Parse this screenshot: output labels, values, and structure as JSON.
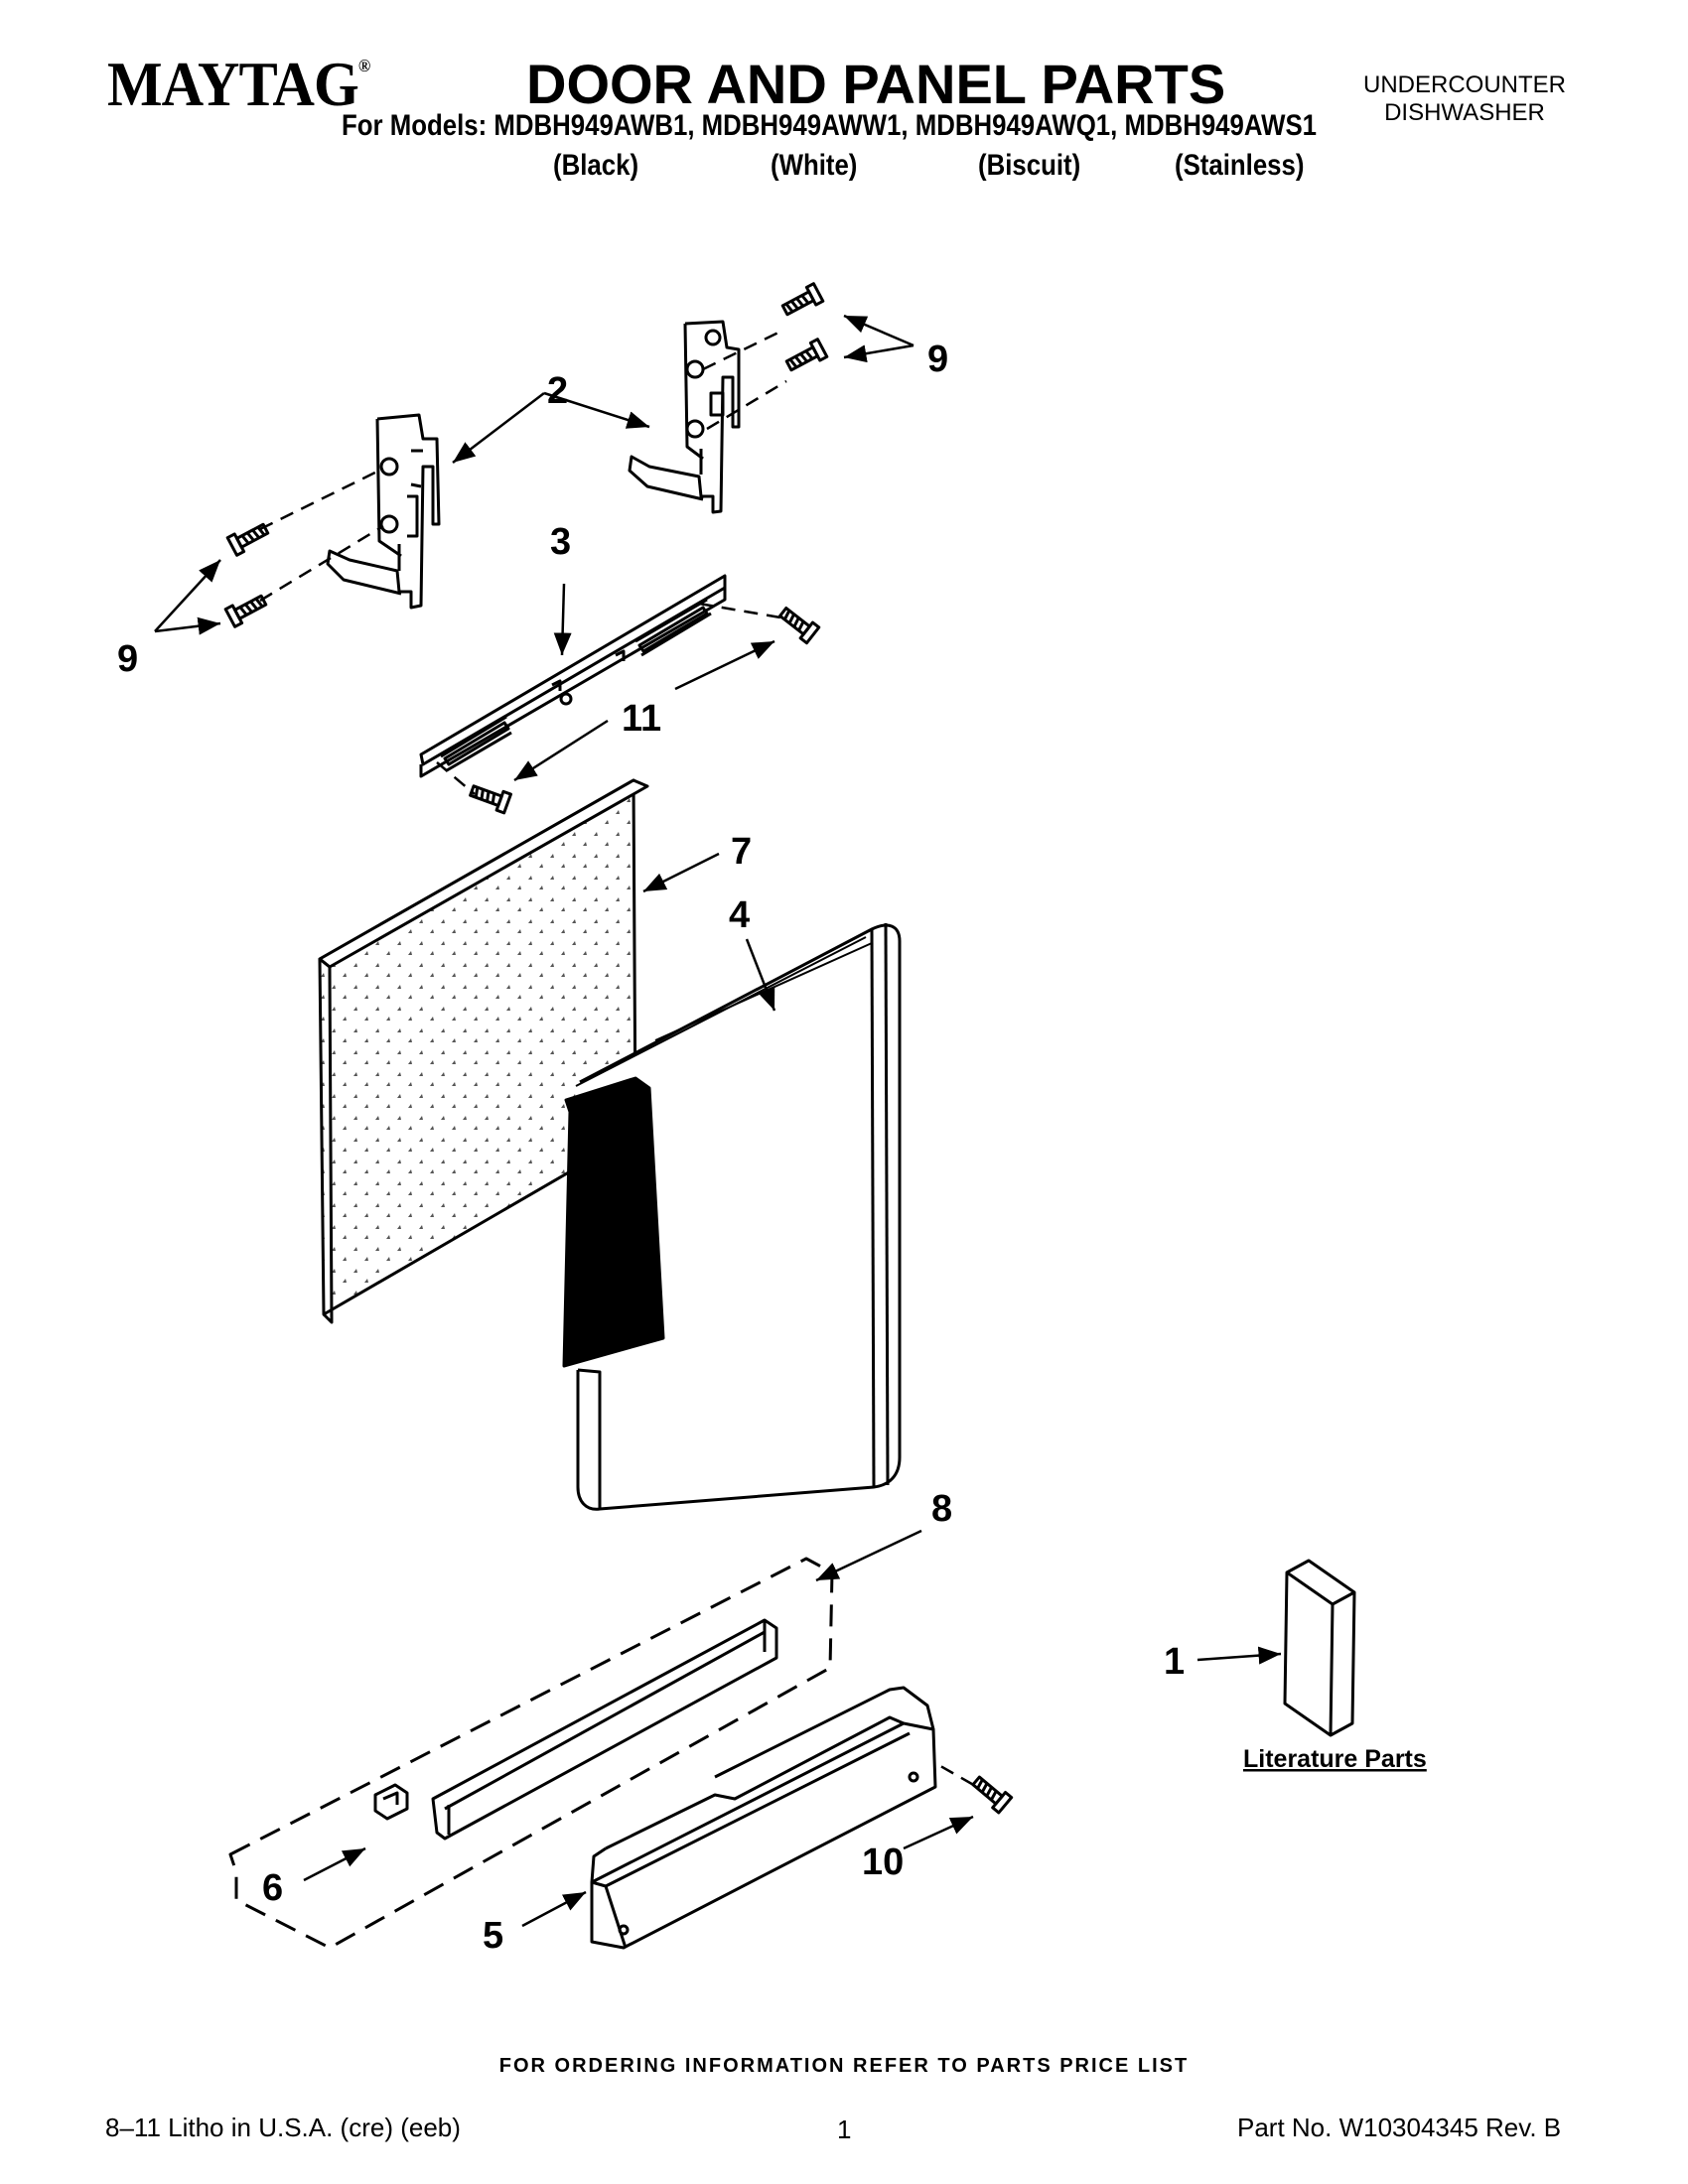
{
  "header": {
    "brand": "MAYTAG",
    "brand_mark": "®",
    "title": "DOOR AND PANEL PARTS",
    "product_line1": "UNDERCOUNTER",
    "product_line2": "DISHWASHER",
    "models_line": "For Models: MDBH949AWB1, MDBH949AWW1, MDBH949AWQ1, MDBH949AWS1",
    "colors": [
      "(Black)",
      "(White)",
      "(Biscuit)",
      "(Stainless)"
    ]
  },
  "diagram": {
    "callouts": {
      "c1": "1",
      "c2": "2",
      "c3": "3",
      "c4": "4",
      "c5": "5",
      "c6": "6",
      "c7": "7",
      "c8": "8",
      "c9a": "9",
      "c9b": "9",
      "c10": "10",
      "c11": "11"
    },
    "literature_label": "Literature Parts"
  },
  "footer": {
    "ordering_note": "FOR ORDERING INFORMATION REFER TO PARTS PRICE LIST",
    "litho": "8–11 Litho in U.S.A. (cre) (eeb)",
    "page": "1",
    "part_no": "Part No. W10304345 Rev. B"
  }
}
